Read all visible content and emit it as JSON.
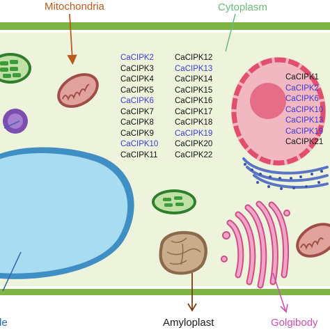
{
  "labels": {
    "mitochondria": {
      "text": "Mitochondria",
      "color": "#b85a1c"
    },
    "cytoplasm": {
      "text": "Cytoplasm",
      "color": "#6cbc7a"
    },
    "vacuole_fragment": {
      "text": "le",
      "color": "#2f6aa8"
    },
    "amyloplast": {
      "text": "Amyloplast",
      "color": "#1a1a1a"
    },
    "golgibody": {
      "text": "Golgibody",
      "color": "#cc4fb2"
    }
  },
  "colors": {
    "highlight": "#3b3bd0",
    "normal": "#111111",
    "cell_fill": "#eef3dc",
    "cell_wall": "#6fa43a",
    "nucleus": "#ee6f86",
    "vacuole": "#a8dcf0",
    "chloroplast": "#3f9a3a",
    "mitochondrion": "#c8706a",
    "golgi": "#e77fb0",
    "er": "#5a74c4",
    "amyloplast": "#c2a585",
    "vesicle": "#7a4fb0"
  },
  "cytoplasm_genes": {
    "col1": [
      {
        "name": "CaCIPK2",
        "highlight": true
      },
      {
        "name": "CaCIPK3",
        "highlight": false
      },
      {
        "name": "CaCIPK4",
        "highlight": false
      },
      {
        "name": "CaCIPK5",
        "highlight": false
      },
      {
        "name": "CaCIPK6",
        "highlight": true
      },
      {
        "name": "CaCIPK7",
        "highlight": false
      },
      {
        "name": "CaCIPK8",
        "highlight": false
      },
      {
        "name": "CaCIPK9",
        "highlight": false
      },
      {
        "name": "CaCIPK10",
        "highlight": true
      },
      {
        "name": "CaCIPK11",
        "highlight": false
      }
    ],
    "col2": [
      {
        "name": "CaCIPK12",
        "highlight": false
      },
      {
        "name": "CaCIPK13",
        "highlight": true
      },
      {
        "name": "CaCIPK14",
        "highlight": false
      },
      {
        "name": "CaCIPK15",
        "highlight": false
      },
      {
        "name": "CaCIPK16",
        "highlight": false
      },
      {
        "name": "CaCIPK17",
        "highlight": false
      },
      {
        "name": "CaCIPK18",
        "highlight": false
      },
      {
        "name": "CaCIPK19",
        "highlight": true
      },
      {
        "name": "CaCIPK20",
        "highlight": false
      },
      {
        "name": "CaCIPK22",
        "highlight": false
      }
    ]
  },
  "nucleus_genes": [
    {
      "name": "CaCIPK1",
      "highlight": false
    },
    {
      "name": "CaCIPK2",
      "highlight": true
    },
    {
      "name": "CaCIPK6",
      "highlight": true
    },
    {
      "name": "CaCIPK10",
      "highlight": true
    },
    {
      "name": "CaCIPK13",
      "highlight": true
    },
    {
      "name": "CaCIPK19",
      "highlight": true
    },
    {
      "name": "CaCIPK21",
      "highlight": false
    }
  ]
}
